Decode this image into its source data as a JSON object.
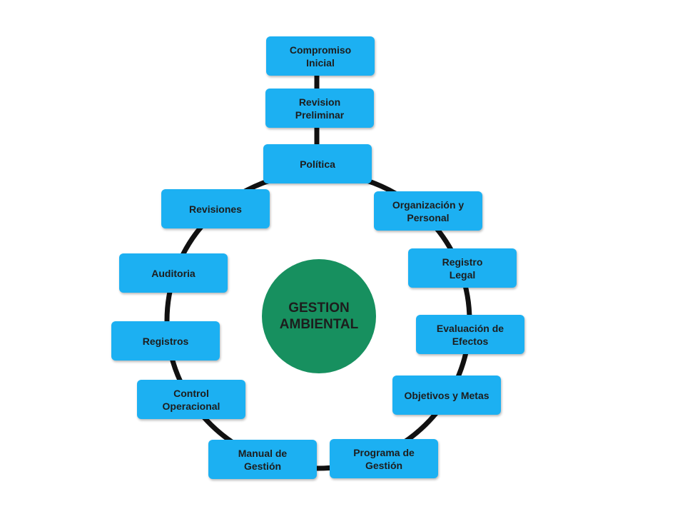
{
  "diagram": {
    "center_label": "GESTION\nAMBIENTAL",
    "nodes": [
      {
        "id": "compromiso-inicial",
        "label": "Compromiso\nInicial"
      },
      {
        "id": "revision-preliminar",
        "label": "Revision\nPreliminar"
      },
      {
        "id": "politica",
        "label": "Política"
      },
      {
        "id": "organizacion-personal",
        "label": "Organización y\nPersonal"
      },
      {
        "id": "registro-legal",
        "label": "Registro\nLegal"
      },
      {
        "id": "evaluacion-efectos",
        "label": "Evaluación de\nEfectos"
      },
      {
        "id": "objetivos-metas",
        "label": "Objetivos y Metas"
      },
      {
        "id": "programa-gestion",
        "label": "Programa de\nGestión"
      },
      {
        "id": "manual-gestion",
        "label": "Manual de\nGestión"
      },
      {
        "id": "control-operacional",
        "label": "Control\nOperacional"
      },
      {
        "id": "registros",
        "label": "Registros"
      },
      {
        "id": "auditoria",
        "label": "Auditoria"
      },
      {
        "id": "revisiones",
        "label": "Revisiones"
      }
    ],
    "colors": {
      "node_fill": "#1cb0f2",
      "center_fill": "#17905f",
      "connector": "#111111",
      "text": "#1d1d1d"
    }
  }
}
